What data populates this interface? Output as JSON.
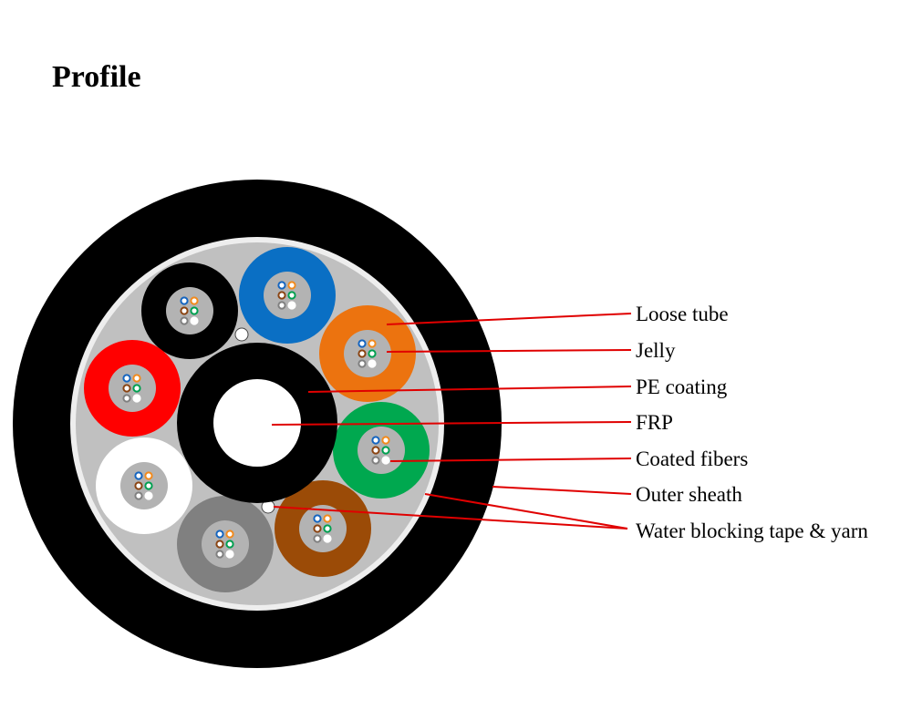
{
  "title": "Profile",
  "labels": {
    "loose_tube": "Loose tube",
    "jelly": "Jelly",
    "pe_coating": "PE coating",
    "frp": "FRP",
    "coated_fibers": "Coated fibers",
    "outer_sheath": "Outer sheath",
    "water_blocking": "Water blocking tape & yarn"
  },
  "colors": {
    "outer_sheath": "#000000",
    "water_blocking_tape": "#eeeeee",
    "cable_core_filler": "#c0c0c0",
    "pe_coating": "#000000",
    "frp": "#ffffff",
    "jelly": "#b3b3b3",
    "leader_line": "#e00000",
    "tube_black": "#000000",
    "tube_blue": "#0a6fc4",
    "tube_orange": "#ec730f",
    "tube_red": "#ff0000",
    "tube_green": "#00a84f",
    "tube_white": "#ffffff",
    "tube_gray": "#808080",
    "tube_brown": "#9b4b07"
  },
  "fiber_colors": [
    "#1565c0",
    "#f28a1c",
    "#8b4513",
    "#00a050",
    "#808080",
    "#ffffff"
  ]
}
